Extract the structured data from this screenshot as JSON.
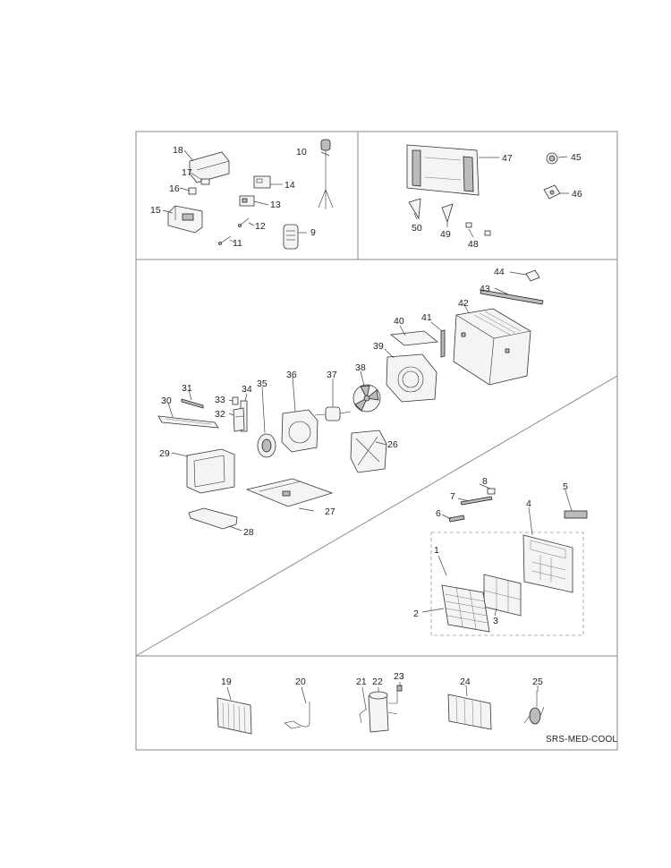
{
  "labels": {
    "p1": "1",
    "p2": "2",
    "p3": "3",
    "p4": "4",
    "p5": "5",
    "p6": "6",
    "p7": "7",
    "p8": "8",
    "p9": "9",
    "p10": "10",
    "p11": "11",
    "p12": "12",
    "p13": "13",
    "p14": "14",
    "p15": "15",
    "p16": "16",
    "p17": "17",
    "p18": "18",
    "p19": "19",
    "p20": "20",
    "p21": "21",
    "p22": "22",
    "p23": "23",
    "p24": "24",
    "p25": "25",
    "p26": "26",
    "p27": "27",
    "p28": "28",
    "p29": "29",
    "p30": "30",
    "p31": "31",
    "p32": "32",
    "p33": "33",
    "p34": "34",
    "p35": "35",
    "p36": "36",
    "p37": "37",
    "p38": "38",
    "p39": "39",
    "p40": "40",
    "p41": "41",
    "p42": "42",
    "p43": "43",
    "p44": "44",
    "p45": "45",
    "p46": "46",
    "p47": "47",
    "p48": "48",
    "p49": "49",
    "p50": "50"
  },
  "footer": {
    "diagram_code": "SRS-MED-COOL"
  }
}
